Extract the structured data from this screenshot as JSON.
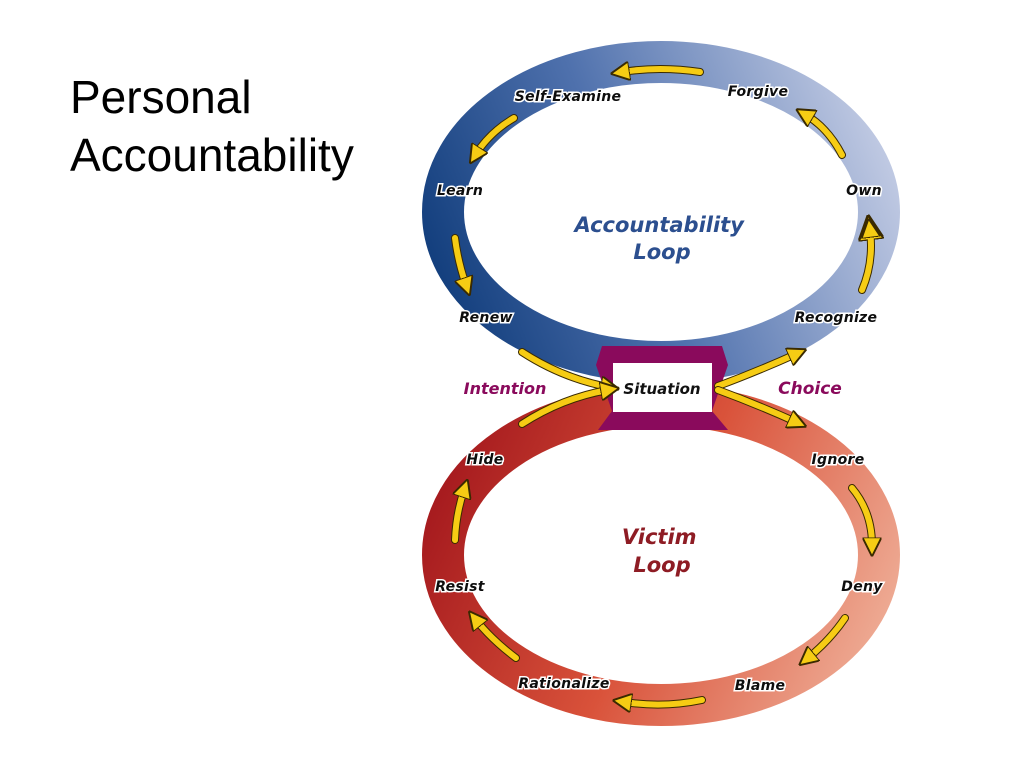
{
  "title": {
    "line1": "Personal",
    "line2": "Accountability"
  },
  "accountability_loop": {
    "title_line1": "Accountability",
    "title_line2": "Loop",
    "color": "#2c4f8f",
    "steps": [
      "Recognize",
      "Own",
      "Forgive",
      "Self-Examine",
      "Learn",
      "Renew"
    ]
  },
  "victim_loop": {
    "title_line1": "Victim",
    "title_line2": "Loop",
    "color": "#8e1c24",
    "steps": [
      "Ignore",
      "Deny",
      "Blame",
      "Rationalize",
      "Resist",
      "Hide"
    ]
  },
  "center": {
    "situation": "Situation",
    "choice": "Choice",
    "intention": "Intention"
  },
  "colors": {
    "purple": "#8a0a5c",
    "arrow": "#f6cc14",
    "blue_dark": "#0d3d7f",
    "blue_light": "#dfe3f1",
    "red_dark": "#b41c1c",
    "red_light": "#f3cfc3"
  }
}
